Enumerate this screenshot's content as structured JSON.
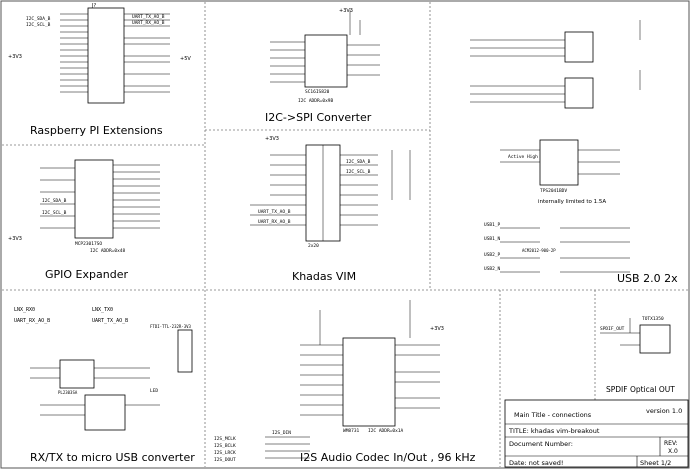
{
  "colors": {
    "ink": "#000000",
    "border": "#555555",
    "paper": "#ffffff"
  },
  "sections": {
    "rpi": "Raspberry PI Extensions",
    "i2c_spi": "I2C->SPI Converter",
    "usb": "USB 2.0  2x",
    "gpio": "GPIO Expander",
    "khadas": "Khadas VIM",
    "spdif": "SPDIF Optical OUT",
    "rxtx": "RX/TX to micro USB converter",
    "i2s": "I2S Audio Codec In/Out , 96 kHz"
  },
  "components": {
    "rpi_header": "J?",
    "i2c_spi_ic": "SC16IS820",
    "i2c_spi_addr": "I2C ADDR=0x9B",
    "usb_ic": "TPS2041BDV",
    "usb_note": "internally limited to 1.5A",
    "usb_active": "Active High",
    "usb_choke": "ACM2012-900-2P",
    "gpio_ic": "MCP23017SO",
    "gpio_addr": "I2C ADDR=0x48",
    "khadas_conn": "2x20",
    "uart_ic": "PL2303SA",
    "uart_cable": "FTDI-TTL-232R-3V3",
    "codec_ic": "WM8731",
    "codec_addr": "I2C ADDR=0x1A",
    "spdif_ic": "TOTX1350",
    "pwr_2v": "+3V3",
    "pwr_5v": "+5V",
    "led": "LED"
  },
  "nets": {
    "i2c_sda": "I2C_SDA_B",
    "i2c_scl": "I2C_SCL_B",
    "lnx_rx": "LNX_RX0",
    "lnx_tx": "LNX_TX0",
    "uart_rx": "UART_RX_AO_B",
    "uart_tx": "UART_TX_AO_B",
    "usb1_p": "USB1_P",
    "usb1_n": "USB1_N",
    "usb2_p": "USB2_P",
    "usb2_n": "USB2_N",
    "spdif": "SPDIF_OUT",
    "i2s_mclk": "I2S_MCLK",
    "i2s_bclk": "I2S_BCLK",
    "i2s_lrck": "I2S_LRCK",
    "i2s_dout": "I2S_DOUT",
    "i2s_din": "I2S_DIN"
  },
  "title_block": {
    "main_title": "Main Title - connections",
    "version": "version 1.0",
    "title": "TITLE:  khadas vim-breakout",
    "doc_number": "Document Number:",
    "rev_label": "REV:",
    "rev_value": "X.0",
    "date": "Date:  not saved!",
    "sheet": "Sheet 1/2"
  }
}
